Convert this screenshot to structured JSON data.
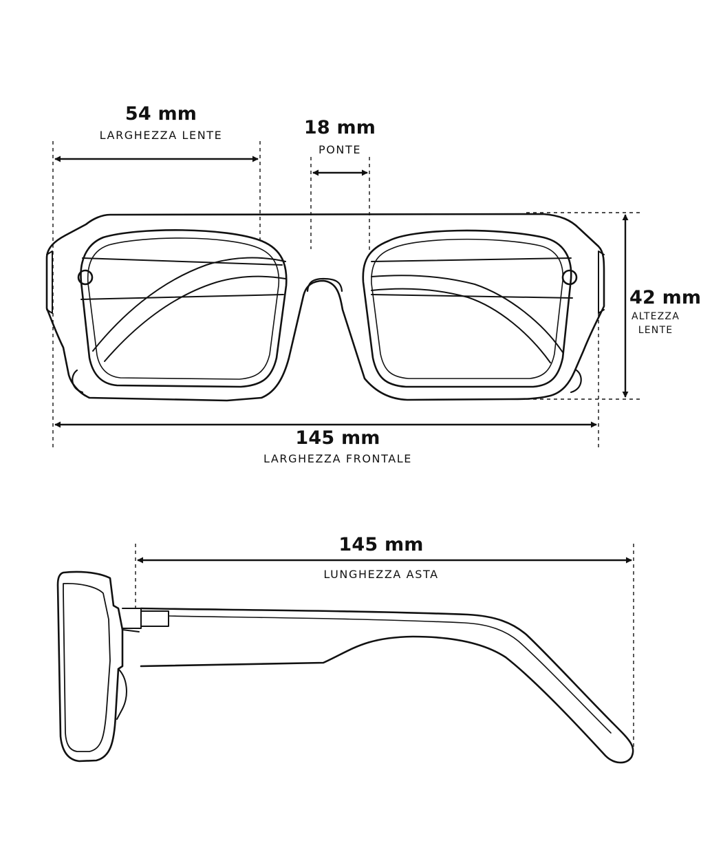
{
  "front_view": {
    "lens_width": {
      "value": "54 mm",
      "label": "LARGHEZZA LENTE"
    },
    "bridge": {
      "value": "18 mm",
      "label": "PONTE"
    },
    "lens_height": {
      "value": "42 mm",
      "label_line1": "ALTEZZA",
      "label_line2": "LENTE"
    },
    "frame_width": {
      "value": "145 mm",
      "label": "LARGHEZZA FRONTALE"
    }
  },
  "side_view": {
    "temple_length": {
      "value": "145 mm",
      "label": "LUNGHEZZA ASTA"
    }
  }
}
